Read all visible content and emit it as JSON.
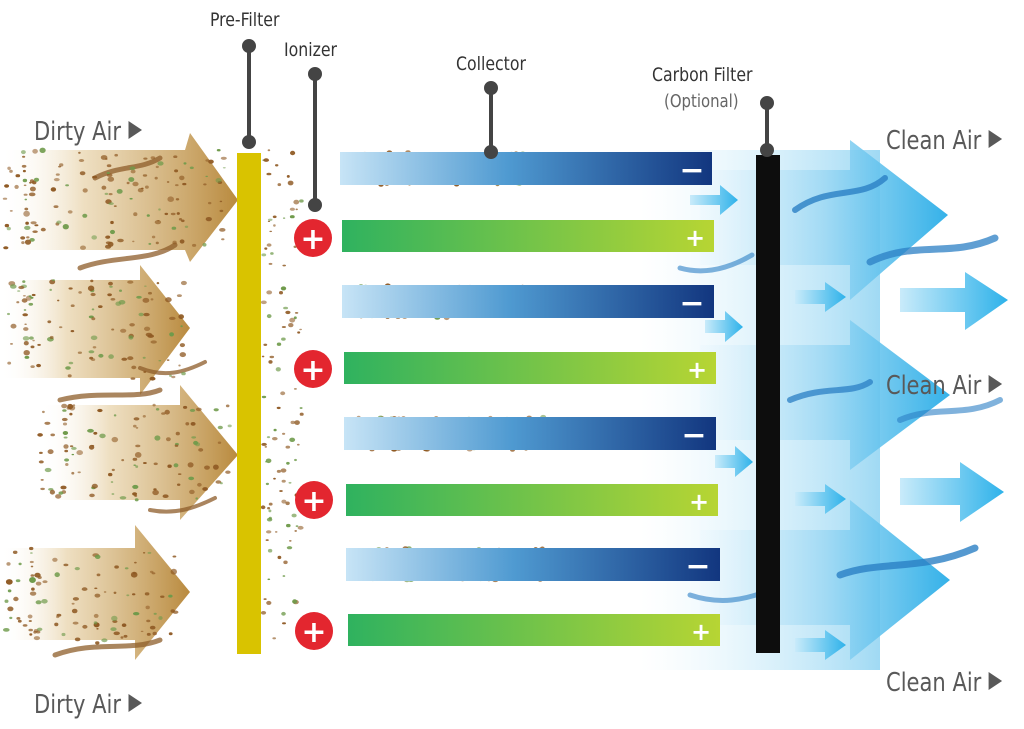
{
  "labels": {
    "pre_filter": "Pre-Filter",
    "ionizer": "Ionizer",
    "collector": "Collector",
    "carbon_filter": "Carbon Filter",
    "carbon_filter_note": "(Optional)",
    "dirty_air_top": "Dirty Air",
    "dirty_air_bottom": "Dirty Air",
    "clean_air_top": "Clean Air",
    "clean_air_middle": "Clean Air",
    "clean_air_bottom": "Clean Air"
  },
  "plate_symbols": {
    "negative": "−",
    "positive": "+"
  },
  "ionizer_symbol": "+",
  "colors": {
    "dirty_air": "#b98a3e",
    "pre_filter": "#d9c300",
    "carbon_filter": "#0d0d0d",
    "negative_plate_start": "#9ec9ea",
    "negative_plate_end": "#12367f",
    "positive_plate_start": "#2fb25f",
    "positive_plate_end": "#b7d533",
    "ionizer_badge": "#e3262f",
    "clean_air": "#3bb5ea",
    "particles_brown": "#8f5a24",
    "particles_green": "#6e9a4a"
  }
}
